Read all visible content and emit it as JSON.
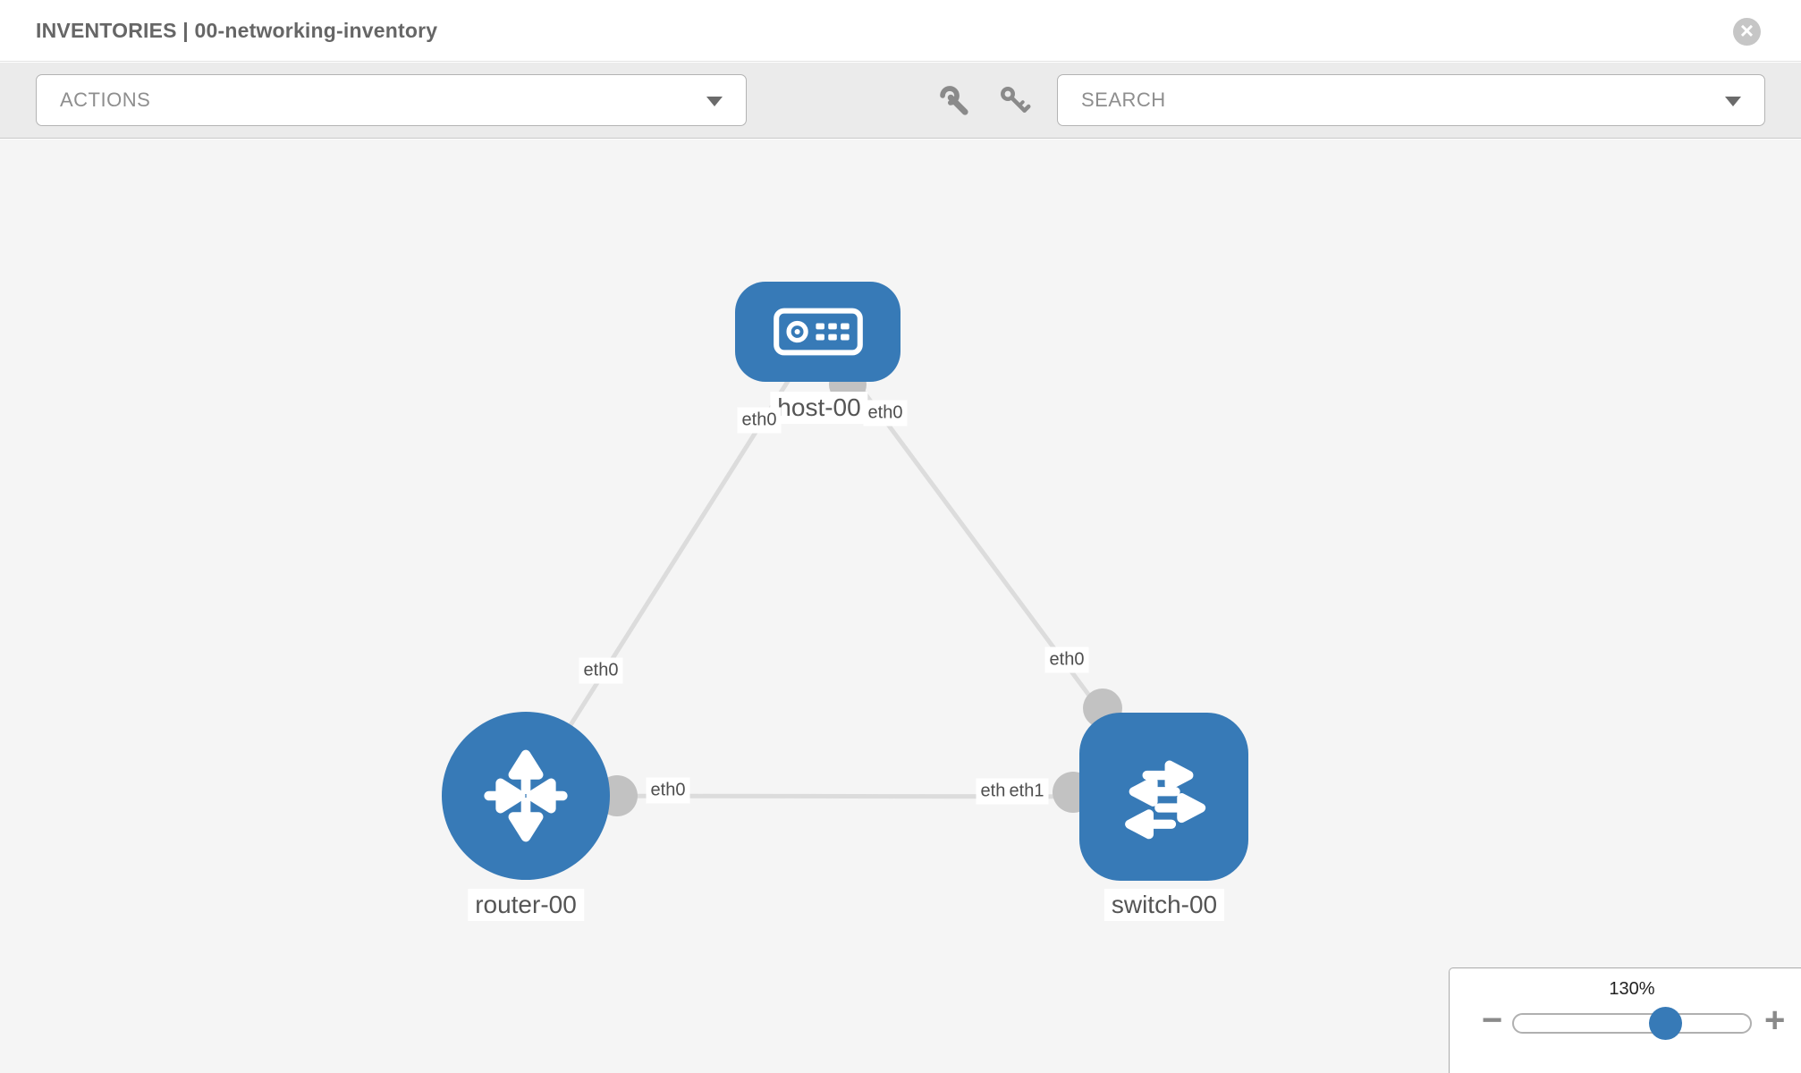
{
  "header": {
    "title": "INVENTORIES | 00-networking-inventory",
    "close_label": "×"
  },
  "toolbar": {
    "actions": {
      "label": "ACTIONS"
    },
    "icons": [
      {
        "name": "wrench-icon"
      },
      {
        "name": "key-icon"
      }
    ],
    "search": {
      "placeholder": "SEARCH"
    }
  },
  "graph": {
    "nodes": [
      {
        "type": "host",
        "label": "host-00"
      },
      {
        "type": "router",
        "label": "router-00"
      },
      {
        "type": "switch",
        "label": "switch-00"
      }
    ],
    "edges": [
      {
        "from": "host-00",
        "to": "router-00"
      },
      {
        "from": "host-00",
        "to": "switch-00"
      },
      {
        "from": "router-00",
        "to": "switch-00"
      }
    ],
    "interface_labels": [
      {
        "text": "eth0",
        "near": "host-00 left"
      },
      {
        "text": "eth0",
        "near": "host-00 right"
      },
      {
        "text": "eth0",
        "near": "router-00 uplink"
      },
      {
        "text": "eth0",
        "near": "switch-00 uplink"
      },
      {
        "text": "eth0",
        "near": "router-00 right"
      },
      {
        "text": "eth0",
        "near": "switch-00 left (partially obscured)"
      },
      {
        "text": "eth1",
        "near": "switch-00 left"
      }
    ]
  },
  "zoom_control": {
    "level": "130%",
    "minus_label": "−",
    "plus_label": "+"
  },
  "colors": {
    "node_blue": "#377ab7",
    "edge_gray": "#dcdcdc",
    "connector_gray": "#c2c2c2",
    "canvas_bg": "#f5f5f5",
    "toolbar_bg": "#ebebeb"
  }
}
